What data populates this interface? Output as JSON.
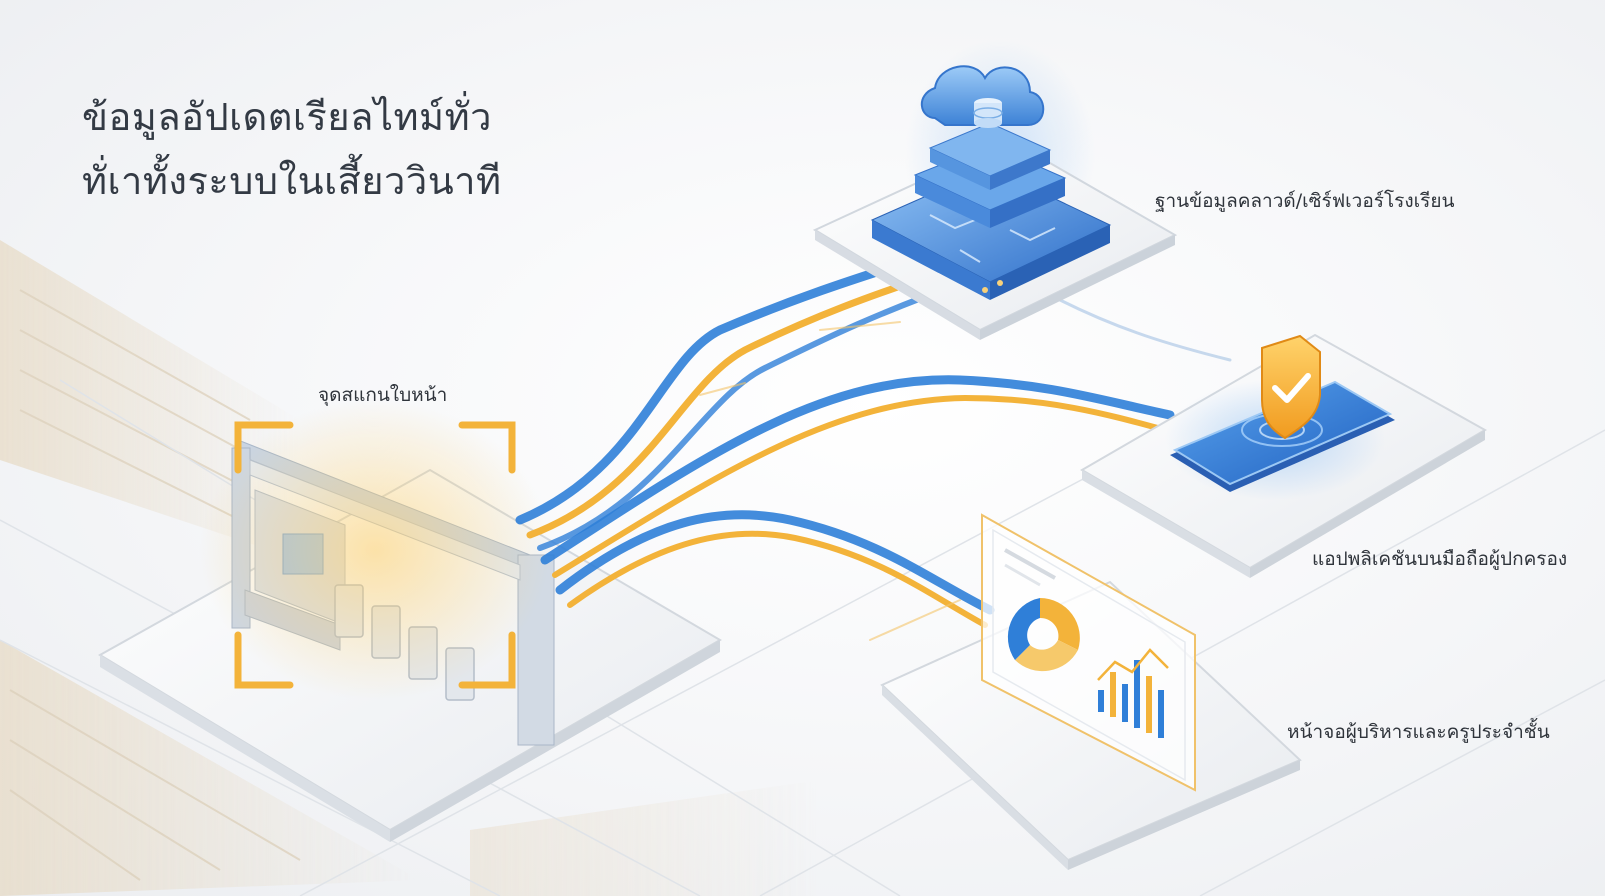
{
  "headline": {
    "line1": "ข้อมูลอัปเดตเรียลไทม์ทั่ว",
    "line2": "ทั่เาทั้งระบบในเสี้ยววินาที"
  },
  "nodes": {
    "scan_point": "จุดสแกนใบหน้า",
    "cloud_server": "ฐานข้อมูลคลาวด์/เซิร์ฟเวอร์โรงเรียน",
    "parent_app": "แอปพลิเคชันบนมือถือผู้ปกครอง",
    "admin_dashboard": "หน้าจอผู้บริหารและครูประจำชั้น"
  },
  "colors": {
    "accent_blue": "#2f7fd8",
    "accent_orange": "#f3b33a"
  }
}
